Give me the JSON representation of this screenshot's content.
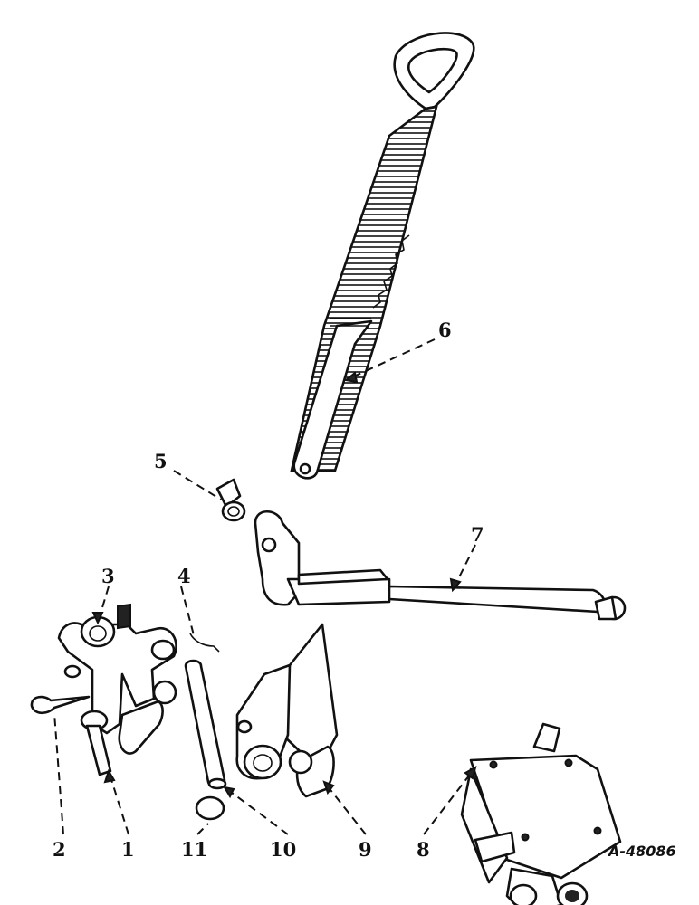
{
  "callouts": [
    {
      "id": "1",
      "part": "clevis pin"
    },
    {
      "id": "2",
      "part": "cotter pin"
    },
    {
      "id": "3",
      "part": "bracket"
    },
    {
      "id": "4",
      "part": "spring"
    },
    {
      "id": "5",
      "part": "pin"
    },
    {
      "id": "6",
      "part": "lever"
    },
    {
      "id": "7",
      "part": "rod"
    },
    {
      "id": "8",
      "part": "plate"
    },
    {
      "id": "9",
      "part": "pedal"
    },
    {
      "id": "10",
      "part": "pin"
    },
    {
      "id": "11",
      "part": "plug"
    }
  ],
  "reference": "A-48086"
}
